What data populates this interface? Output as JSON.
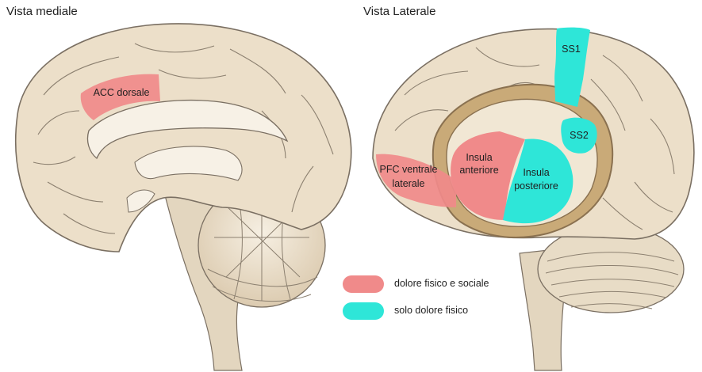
{
  "titles": {
    "medial": "Vista mediale",
    "lateral": "Vista Laterale"
  },
  "regions": {
    "acc": "ACC dorsale",
    "ss1": "SS1",
    "ss2": "SS2",
    "insula_ant_1": "Insula",
    "insula_ant_2": "anteriore",
    "insula_post_1": "Insula",
    "insula_post_2": "posteriore",
    "pfc_1": "PFC ventrale",
    "pfc_2": "laterale"
  },
  "legend": [
    {
      "label": "dolore fisico e sociale",
      "color": "#f08a8a"
    },
    {
      "label": "solo dolore fisico",
      "color": "#2ee6d8"
    }
  ],
  "colors": {
    "brain_fill": "#ecdfc9",
    "brain_stroke": "#7a6f62",
    "insula_fill": "#c9aa78",
    "pink": "#f08a8a",
    "cyan": "#2ee6d8"
  }
}
